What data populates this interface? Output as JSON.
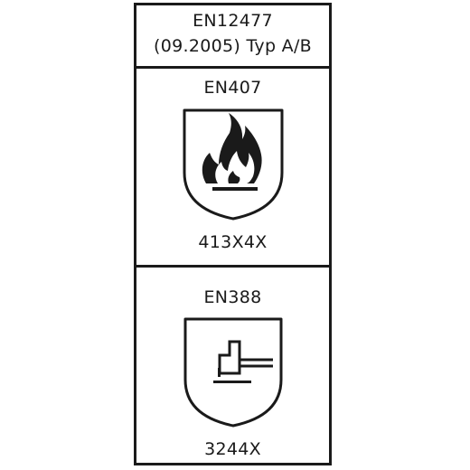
{
  "header": {
    "standard": "EN12477",
    "detail": "(09.2005) Typ A/B"
  },
  "heat_section": {
    "standard": "EN407",
    "pictogram": "flame-icon",
    "code": "413X4X"
  },
  "mechanical_section": {
    "standard": "EN388",
    "pictogram": "hammer-icon",
    "code": "3244X"
  },
  "colors": {
    "ink": "#1a1a1a",
    "background": "#ffffff"
  }
}
